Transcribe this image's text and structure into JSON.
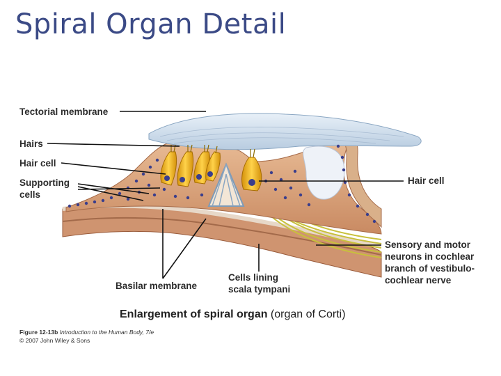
{
  "slide": {
    "title": "Spiral Organ Detail"
  },
  "labels": {
    "tectorial_membrane": "Tectorial membrane",
    "hairs": "Hairs",
    "hair_cell_left": "Hair cell",
    "supporting_cells_line1": "Supporting",
    "supporting_cells_line2": "cells",
    "hair_cell_right": "Hair cell",
    "sensory_line1": "Sensory and motor",
    "sensory_line2": "neurons in cochlear",
    "sensory_line3": "branch of vestibulo-",
    "sensory_line4": "cochlear nerve",
    "basilar_membrane": "Basilar membrane",
    "cells_lining_line1": "Cells lining",
    "cells_lining_line2": "scala tympani"
  },
  "caption": {
    "bold": "Enlargement of spiral organ",
    "normal": " (organ of Corti)"
  },
  "credit": {
    "figure": "Figure 12-13b",
    "text": " Introduction to the Human Body, 7/e",
    "copyright": "© 2007 John Wiley & Sons"
  },
  "colors": {
    "title": "#3b4a86",
    "tissue": "#d9a57e",
    "tectorial": "#cfe0ef",
    "hair_cell": "#f0b51e",
    "nucleus": "#3a3e8c",
    "nerve": "#c8c03c"
  }
}
